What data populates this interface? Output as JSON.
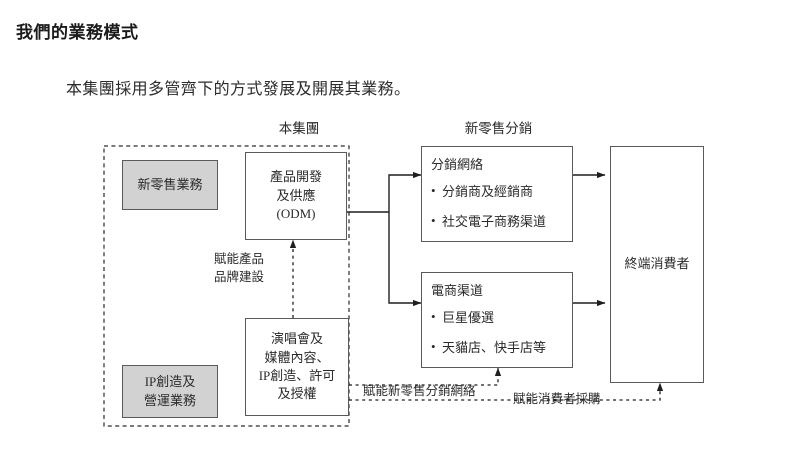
{
  "heading": "我們的業務模式",
  "paragraph": "本集團採用多管齊下的方式發展及開展其業務。",
  "diagram": {
    "group_labels": {
      "left": "本集團",
      "right": "新零售分銷"
    },
    "nodes": {
      "new_retail_business": "新零售業務",
      "ip_business_line1": "IP創造及",
      "ip_business_line2": "營運業務",
      "odm_line1": "產品開發",
      "odm_line2": "及供應",
      "odm_line3": "(ODM)",
      "media_line1": "演唱會及",
      "media_line2": "媒體內容、",
      "media_line3": "IP創造、許可",
      "media_line4": "及授權",
      "distribution_title": "分銷網絡",
      "distribution_bullets": [
        "分銷商及經銷商",
        "社交電子商務渠道"
      ],
      "ecommerce_title": "電商渠道",
      "ecommerce_bullets": [
        "巨星優選",
        "天貓店、快手店等"
      ],
      "end_consumer": "終端消費者"
    },
    "edge_labels": {
      "enable_product_brand_line1": "賦能產品",
      "enable_product_brand_line2": "品牌建設",
      "enable_new_retail_network": "賦能新零售分銷網絡",
      "enable_consumer_purchase": "賦能消費者採購"
    },
    "colors": {
      "shaded_fill": "#d2d2d2",
      "stroke": "#5a5a5a",
      "text": "#2b2b2b"
    }
  }
}
